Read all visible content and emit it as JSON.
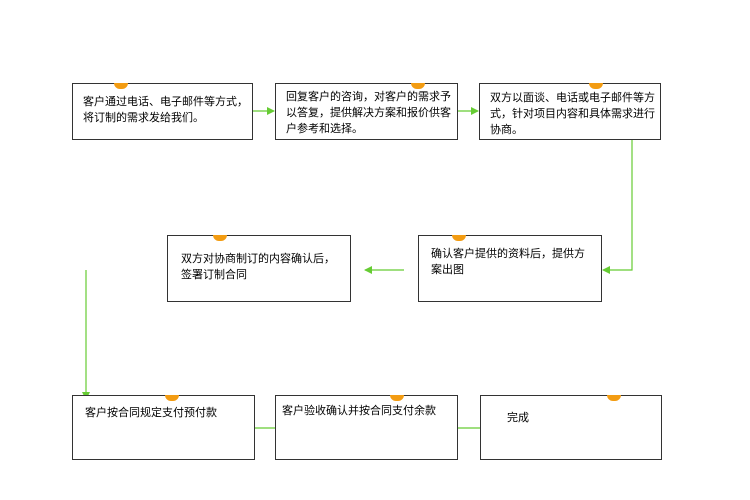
{
  "steps": [
    {
      "id": "step1",
      "text": "客户通过电话、电子邮件等方式，将订制的需求发给我们。"
    },
    {
      "id": "step2",
      "text": "回复客户的咨询，对客户的需求予以答复，提供解决方案和报价供客户参考和选择。"
    },
    {
      "id": "step3",
      "text": "双方以面谈、电话或电子邮件等方式，针对项目内容和具体需求进行协商。"
    },
    {
      "id": "step4",
      "text": "确认客户提供的资料后，提供方案出图"
    },
    {
      "id": "step5",
      "text": "双方对协商制订的内容确认后，签署订制合同"
    },
    {
      "id": "step6",
      "text": "客户按合同规定支付预付款"
    },
    {
      "id": "step7",
      "text": "客户验收确认并按合同支付余款"
    },
    {
      "id": "step8",
      "text": "完成"
    }
  ],
  "colors": {
    "arrow": "#66cc33",
    "tab": "#f39c12",
    "border": "#333333"
  }
}
